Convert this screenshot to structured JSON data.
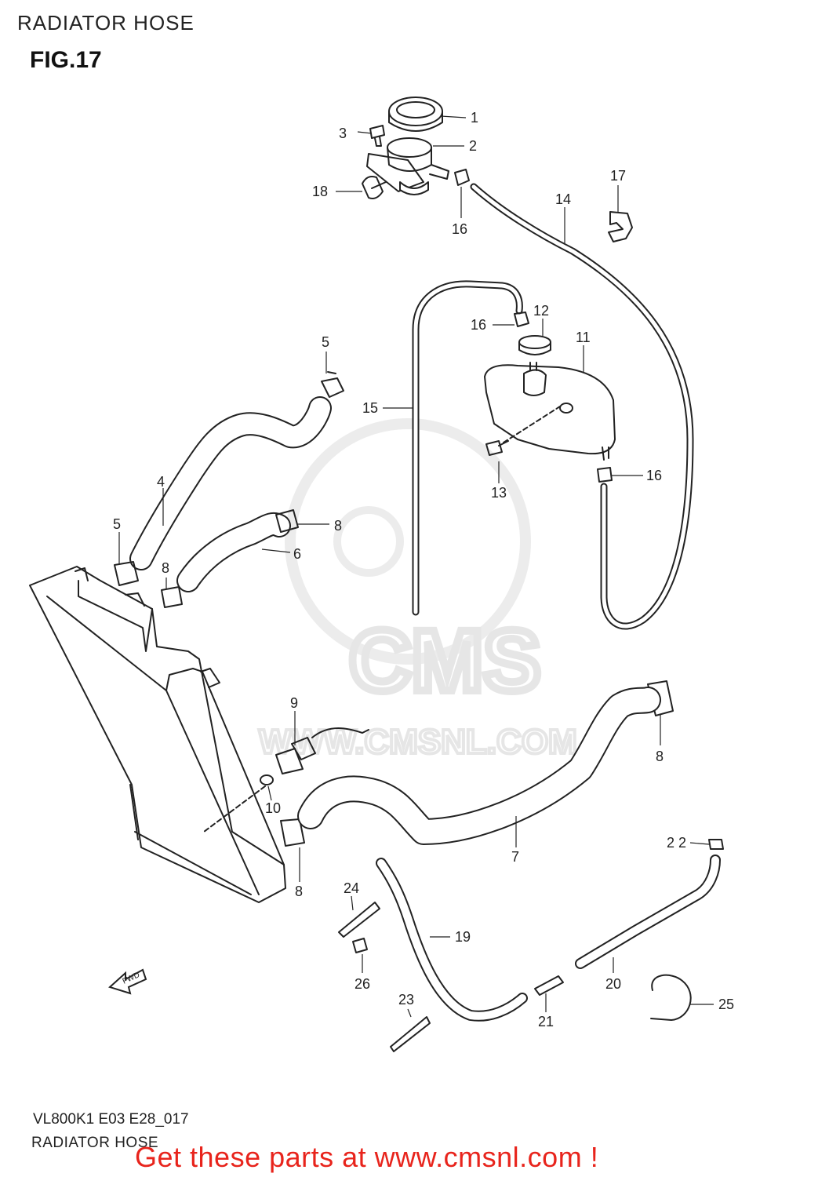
{
  "header": {
    "title": "RADIATOR HOSE",
    "figure": "FIG.17"
  },
  "watermark": {
    "logo_text": "CMS",
    "url_text": "WWW.CMSNL.COM"
  },
  "direction_marker": {
    "label": "FWD"
  },
  "callouts": {
    "c1": "1",
    "c2": "2",
    "c3": "3",
    "c4": "4",
    "c5a": "5",
    "c5b": "5",
    "c6": "6",
    "c7": "7",
    "c8a": "8",
    "c8b": "8",
    "c8c": "8",
    "c8d": "8",
    "c9": "9",
    "c10": "10",
    "c11": "11",
    "c12": "12",
    "c13": "13",
    "c14": "14",
    "c15": "15",
    "c16a": "16",
    "c16b": "16",
    "c16c": "16",
    "c17": "17",
    "c18": "18",
    "c19": "19",
    "c20": "20",
    "c21": "21",
    "c22": "2 2",
    "c23": "23",
    "c24": "24",
    "c25": "25",
    "c26": "26"
  },
  "footer": {
    "code": "VL800K1 E03 E28_017",
    "title": "RADIATOR HOSE",
    "cta": "Get these parts at www.cmsnl.com !"
  },
  "colors": {
    "cta": "#e8241c",
    "line": "#222222",
    "watermark": "#e6e6e6"
  }
}
